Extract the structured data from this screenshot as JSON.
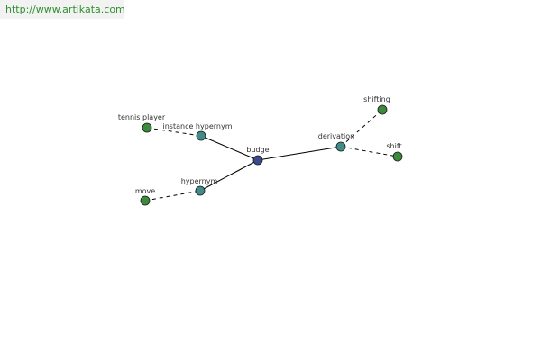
{
  "banner": {
    "url": "http://www.artikata.com"
  },
  "graph": {
    "center": {
      "word": "budge",
      "color": "#3a4a8c"
    },
    "relations": [
      {
        "key": "instance_hypernym",
        "label": "instance hypernym",
        "color": "#3f8c88",
        "target": {
          "word": "tennis player",
          "color": "#3c8a3c"
        }
      },
      {
        "key": "hypernym",
        "label": "hypernym",
        "color": "#3f8c88",
        "target": {
          "word": "move",
          "color": "#3c8a3c"
        }
      },
      {
        "key": "derivation",
        "label": "derivation",
        "color": "#3f8c88",
        "targets": [
          {
            "word": "shifting",
            "color": "#3c8a3c"
          },
          {
            "word": "shift",
            "color": "#3c8a3c"
          }
        ]
      }
    ]
  }
}
